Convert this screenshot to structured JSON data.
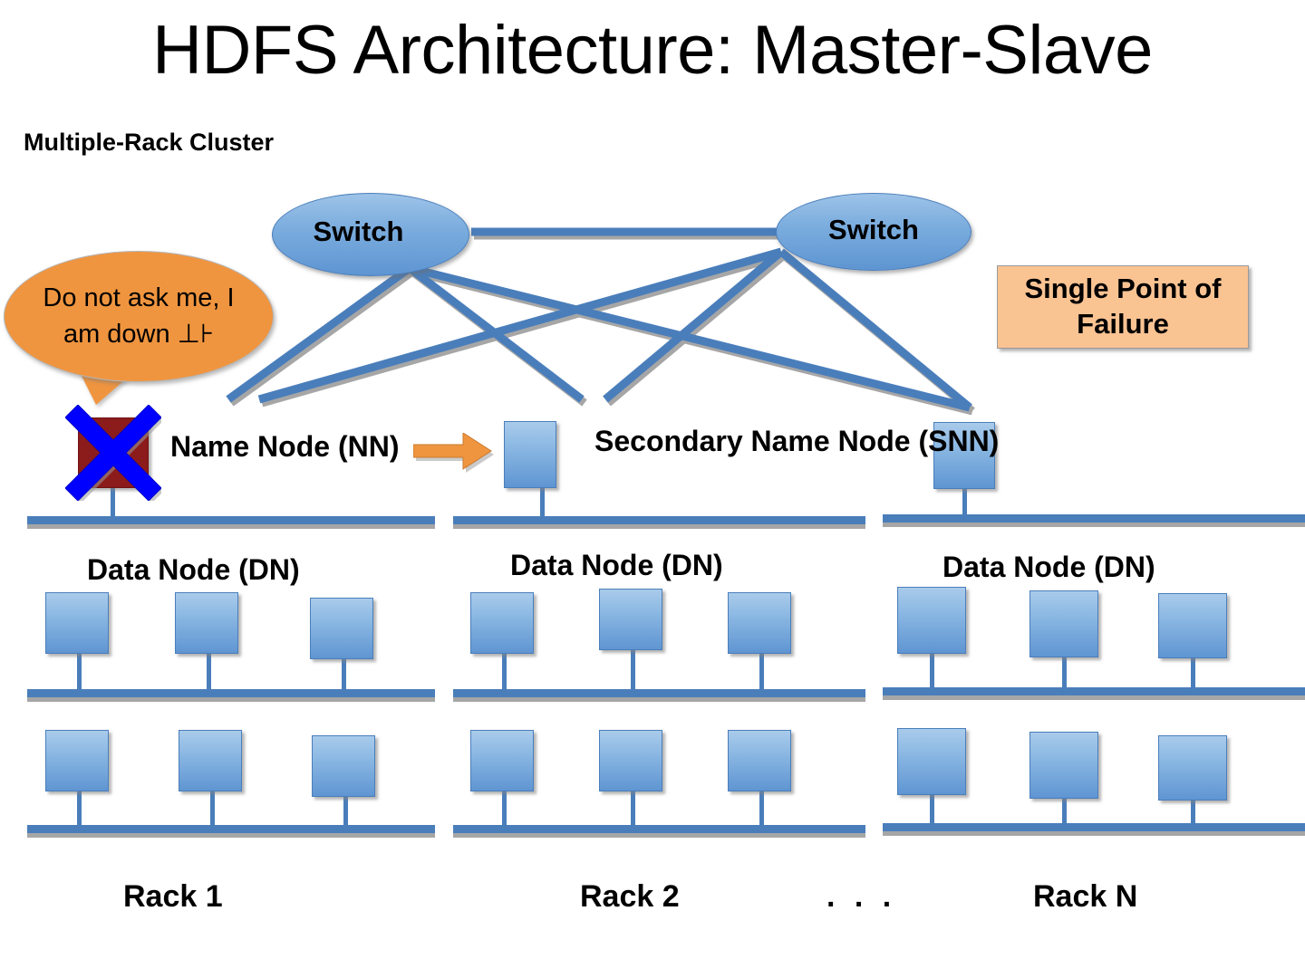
{
  "slide": {
    "title": "HDFS Architecture: Master-Slave",
    "cluster_caption": "Multiple-Rack Cluster"
  },
  "switches": [
    {
      "id": "switch-left",
      "label": "Switch"
    },
    {
      "id": "switch-right",
      "label": "Switch"
    }
  ],
  "callout": {
    "text": "Do not ask me, I am down ⊥⊦",
    "fill_color": "#F0953F"
  },
  "spof": {
    "label": "Single Point of Failure",
    "fill_color": "#FAC392"
  },
  "nodes": {
    "name_node": {
      "label": "Name Node (NN)",
      "status": "down",
      "box_color": "#8C1B1B",
      "cross_color": "#0000FF"
    },
    "secondary_name_node": {
      "label": "Secondary Name Node (SNN)",
      "box_color": "#6FA3DB"
    },
    "arrow_color": "#F0953F"
  },
  "racks": [
    {
      "name": "Rack 1",
      "dn_label": "Data Node (DN)",
      "rows": [
        {
          "node_count": 3
        },
        {
          "node_count": 3
        }
      ]
    },
    {
      "name": "Rack 2",
      "dn_label": "Data Node (DN)",
      "rows": [
        {
          "node_count": 3
        },
        {
          "node_count": 3
        }
      ]
    },
    {
      "name": "Rack N",
      "dn_label": "Data Node (DN)",
      "rows": [
        {
          "node_count": 3
        },
        {
          "node_count": 3
        }
      ]
    }
  ],
  "rack_ellipsis": ". . .",
  "theme": {
    "node_blue": "#6FA3DB",
    "line_blue": "#4A7EBB",
    "shadow_gray": "#A6A6A6",
    "background": "#FFFFFF"
  }
}
